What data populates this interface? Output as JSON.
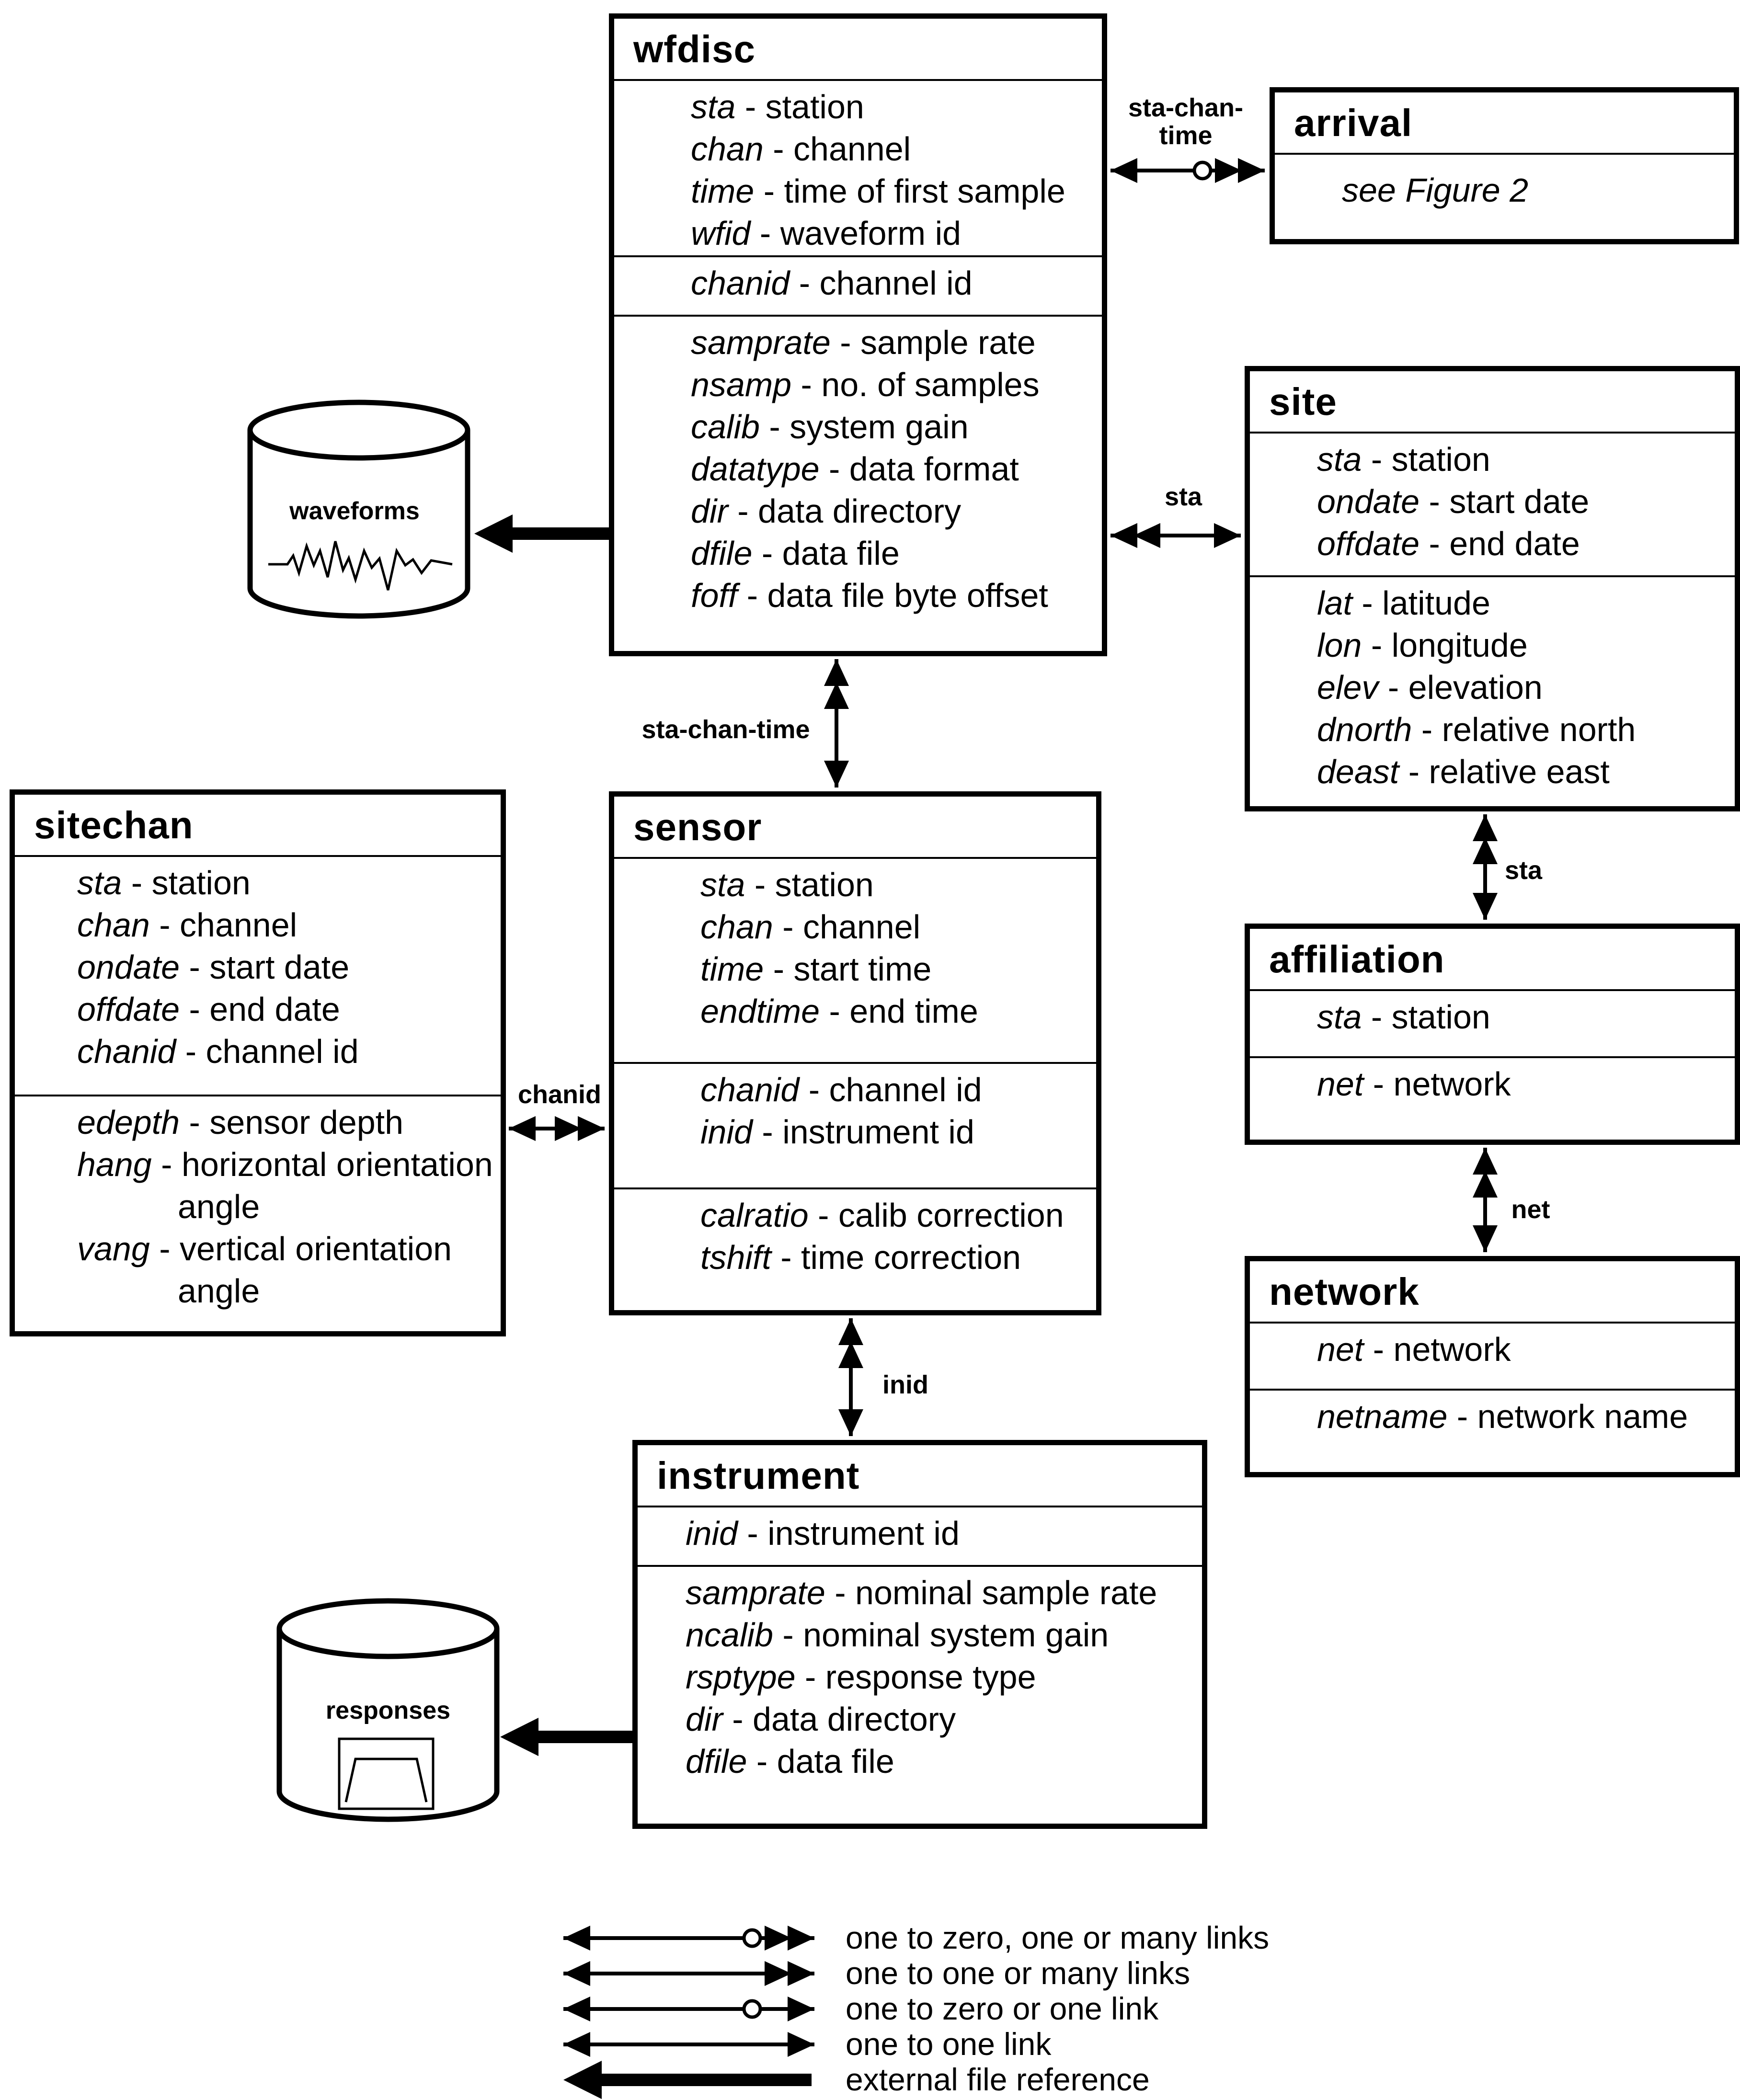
{
  "tables": {
    "wfdisc": {
      "title": "wfdisc",
      "sections": [
        [
          {
            "name": "sta",
            "desc": "station"
          },
          {
            "name": "chan",
            "desc": "channel"
          },
          {
            "name": "time",
            "desc": "time of first sample"
          },
          {
            "name": "wfid",
            "desc": "waveform id"
          }
        ],
        [
          {
            "name": "chanid",
            "desc": "channel id"
          }
        ],
        [
          {
            "name": "samprate",
            "desc": "sample rate"
          },
          {
            "name": "nsamp",
            "desc": "no. of samples"
          },
          {
            "name": "calib",
            "desc": "system gain"
          },
          {
            "name": "datatype",
            "desc": "data format"
          },
          {
            "name": "dir",
            "desc": "data directory"
          },
          {
            "name": "dfile",
            "desc": "data file"
          },
          {
            "name": "foff",
            "desc": "data file byte offset"
          }
        ]
      ]
    },
    "arrival": {
      "title": "arrival",
      "note": "see Figure 2"
    },
    "site": {
      "title": "site",
      "sections": [
        [
          {
            "name": "sta",
            "desc": "station"
          },
          {
            "name": "ondate",
            "desc": "start date"
          },
          {
            "name": "offdate",
            "desc": "end date"
          }
        ],
        [
          {
            "name": "lat",
            "desc": "latitude"
          },
          {
            "name": "lon",
            "desc": "longitude"
          },
          {
            "name": "elev",
            "desc": "elevation"
          },
          {
            "name": "dnorth",
            "desc": "relative north"
          },
          {
            "name": "deast",
            "desc": "relative east"
          }
        ]
      ]
    },
    "sitechan": {
      "title": "sitechan",
      "sections": [
        [
          {
            "name": "sta",
            "desc": "station"
          },
          {
            "name": "chan",
            "desc": "channel"
          },
          {
            "name": "ondate",
            "desc": "start date"
          },
          {
            "name": "offdate",
            "desc": "end date"
          },
          {
            "name": "chanid",
            "desc": "channel id"
          }
        ],
        [
          {
            "name": "edepth",
            "desc": "sensor depth"
          },
          {
            "name": "hang",
            "desc": "horizontal orientation",
            "cont": "angle"
          },
          {
            "name": "vang",
            "desc": "vertical orientation",
            "cont": "angle"
          }
        ]
      ]
    },
    "sensor": {
      "title": "sensor",
      "sections": [
        [
          {
            "name": "sta",
            "desc": "station"
          },
          {
            "name": "chan",
            "desc": "channel"
          },
          {
            "name": "time",
            "desc": "start time"
          },
          {
            "name": "endtime",
            "desc": "end time"
          }
        ],
        [
          {
            "name": "chanid",
            "desc": "channel id"
          },
          {
            "name": "inid",
            "desc": "instrument id"
          }
        ],
        [
          {
            "name": "calratio",
            "desc": "calib correction"
          },
          {
            "name": "tshift",
            "desc": "time correction"
          }
        ]
      ]
    },
    "affiliation": {
      "title": "affiliation",
      "sections": [
        [
          {
            "name": "sta",
            "desc": "station"
          }
        ],
        [
          {
            "name": "net",
            "desc": "network"
          }
        ]
      ]
    },
    "network": {
      "title": "network",
      "sections": [
        [
          {
            "name": "net",
            "desc": "network"
          }
        ],
        [
          {
            "name": "netname",
            "desc": "network name"
          }
        ]
      ]
    },
    "instrument": {
      "title": "instrument",
      "sections": [
        [
          {
            "name": "inid",
            "desc": "instrument id"
          }
        ],
        [
          {
            "name": "samprate",
            "desc": "nominal sample rate"
          },
          {
            "name": "ncalib",
            "desc": "nominal system gain"
          },
          {
            "name": "rsptype",
            "desc": "response type"
          },
          {
            "name": "dir",
            "desc": "data directory"
          },
          {
            "name": "dfile",
            "desc": "data file"
          }
        ]
      ]
    }
  },
  "files": {
    "waveforms": "waveforms",
    "responses": "responses"
  },
  "links": {
    "wfdisc_arrival": "sta-chan-\ntime",
    "wfdisc_site": "sta",
    "wfdisc_sensor": "sta-chan-time",
    "sitechan_sensor": "chanid",
    "sensor_instrument": "inid",
    "site_affiliation": "sta",
    "affiliation_network": "net"
  },
  "legend": {
    "items": [
      "one to zero, one or many links",
      "one to one or many links",
      "one to zero or one link",
      "one to one link",
      "external file reference"
    ]
  }
}
